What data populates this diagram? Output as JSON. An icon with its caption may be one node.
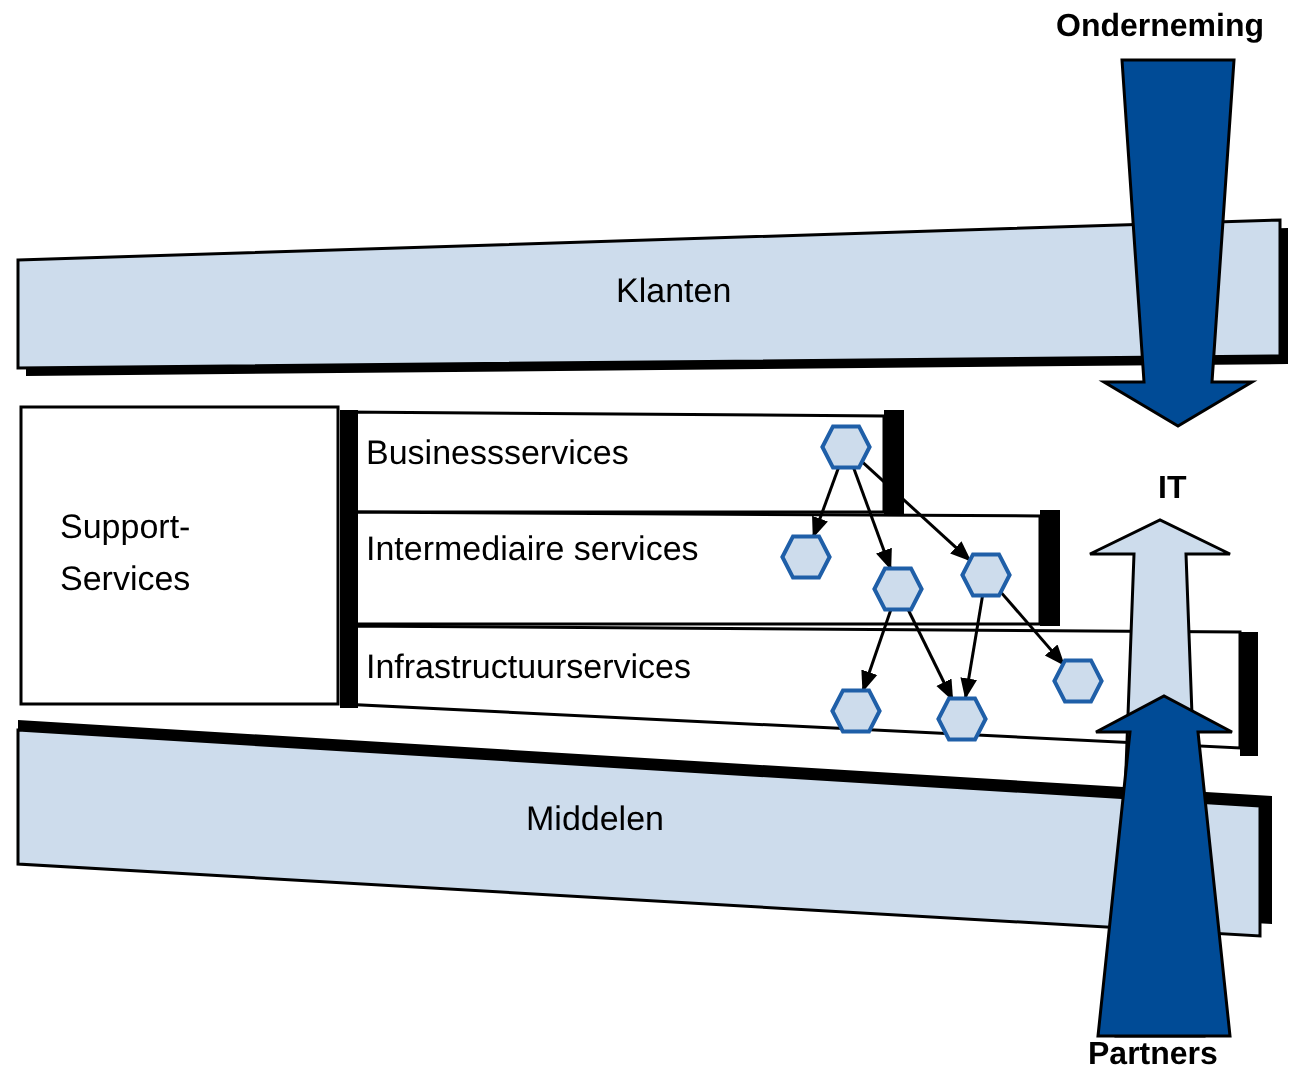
{
  "diagram": {
    "nodes": [
      {
        "text": [
          "Klanten"
        ]
      },
      {
        "text": [
          "Support-Services"
        ]
      },
      {
        "text": [
          "Businessservices"
        ]
      },
      {
        "text": [
          "Intermediaire services"
        ]
      },
      {
        "text": [
          "Infrastructuurservices"
        ]
      },
      {
        "text": [
          "Middelen"
        ]
      },
      {
        "text": [
          "Onderneming"
        ]
      },
      {
        "text": [
          "IT"
        ]
      },
      {
        "text": [
          "Partners"
        ]
      },
      {
        "text": [],
        "shape": "hexagon",
        "in": 2
      },
      {
        "text": [],
        "shape": "hexagon",
        "in": 3
      },
      {
        "text": [],
        "shape": "hexagon",
        "in": 3
      },
      {
        "text": [],
        "shape": "hexagon",
        "in": 3
      },
      {
        "text": [],
        "shape": "hexagon",
        "in": 4
      },
      {
        "text": [],
        "shape": "hexagon",
        "in": 4
      },
      {
        "text": [],
        "shape": "hexagon",
        "in": 4
      }
    ],
    "edges": [
      {
        "from": 9,
        "to": 10,
        "arrow": "to"
      },
      {
        "from": 9,
        "to": 11,
        "arrow": "to"
      },
      {
        "from": 9,
        "to": 12,
        "arrow": "to"
      },
      {
        "from": 11,
        "to": 13,
        "arrow": "to"
      },
      {
        "from": 11,
        "to": 14,
        "arrow": "to"
      },
      {
        "from": 12,
        "to": 14,
        "arrow": "to"
      },
      {
        "from": 12,
        "to": 15,
        "arrow": "to"
      },
      {
        "from": 6,
        "to": 7,
        "arrow": "to",
        "style": "thick",
        "color": "#004b96"
      },
      {
        "from": 8,
        "to": 7,
        "arrow": "to",
        "style": "thick",
        "color": "#cddcec"
      },
      {
        "from": 8,
        "to": null,
        "arrow": "to",
        "style": "thick",
        "color": "#004b96"
      }
    ]
  }
}
